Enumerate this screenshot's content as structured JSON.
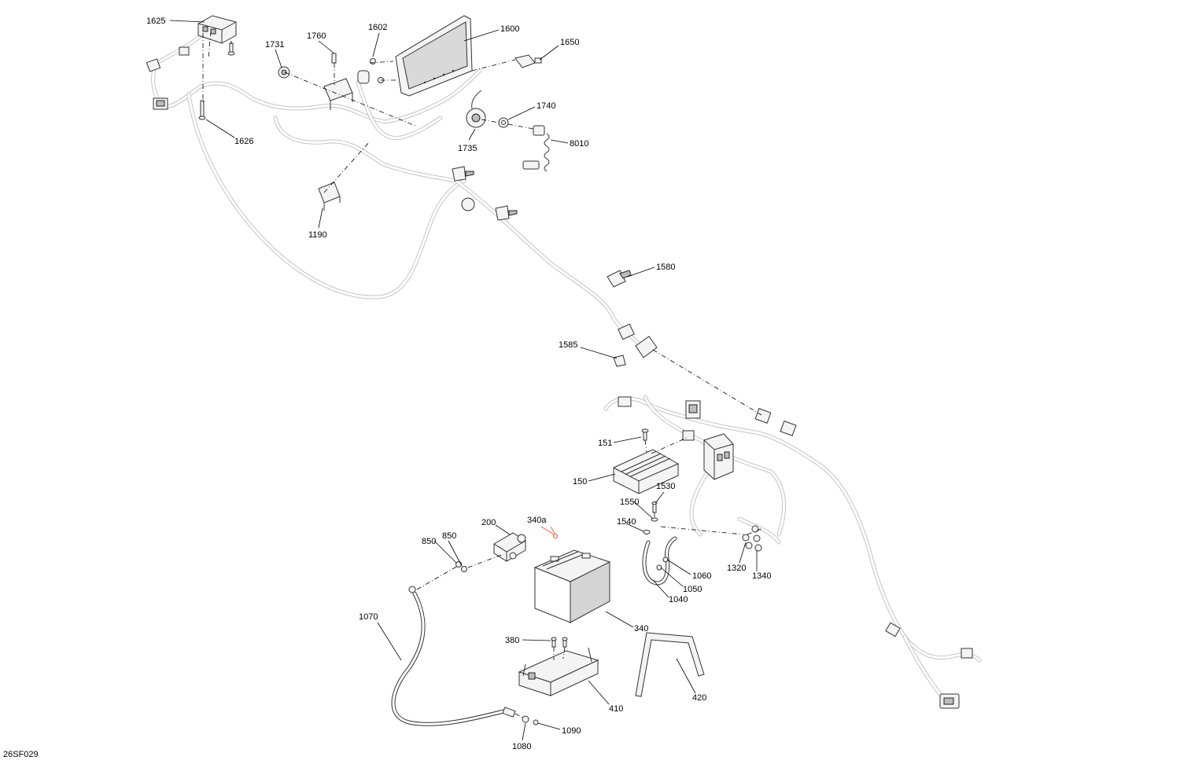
{
  "diagram": {
    "drawing_code": "26SF029",
    "callouts": [
      {
        "id": "1625",
        "text": "1625"
      },
      {
        "id": "1626",
        "text": "1626"
      },
      {
        "id": "1731",
        "text": "1731"
      },
      {
        "id": "1760",
        "text": "1760"
      },
      {
        "id": "1602",
        "text": "1602"
      },
      {
        "id": "1600",
        "text": "1600"
      },
      {
        "id": "1650",
        "text": "1650"
      },
      {
        "id": "1740",
        "text": "1740"
      },
      {
        "id": "1735",
        "text": "1735"
      },
      {
        "id": "8010",
        "text": "8010"
      },
      {
        "id": "1190",
        "text": "1190"
      },
      {
        "id": "1580",
        "text": "1580"
      },
      {
        "id": "1585",
        "text": "1585"
      },
      {
        "id": "151",
        "text": "151"
      },
      {
        "id": "150",
        "text": "150"
      },
      {
        "id": "1530",
        "text": "1530"
      },
      {
        "id": "1550",
        "text": "1550"
      },
      {
        "id": "1540",
        "text": "1540"
      },
      {
        "id": "200",
        "text": "200"
      },
      {
        "id": "340a",
        "text": "340a",
        "highlight": true
      },
      {
        "id": "850a",
        "text": "850"
      },
      {
        "id": "850b",
        "text": "850"
      },
      {
        "id": "1060",
        "text": "1060"
      },
      {
        "id": "1050",
        "text": "1050"
      },
      {
        "id": "1040",
        "text": "1040"
      },
      {
        "id": "1320",
        "text": "1320"
      },
      {
        "id": "1340",
        "text": "1340"
      },
      {
        "id": "1070",
        "text": "1070"
      },
      {
        "id": "340",
        "text": "340"
      },
      {
        "id": "380",
        "text": "380"
      },
      {
        "id": "410",
        "text": "410"
      },
      {
        "id": "420",
        "text": "420"
      },
      {
        "id": "1080",
        "text": "1080"
      },
      {
        "id": "1090",
        "text": "1090"
      }
    ],
    "colors": {
      "ink": "#000000",
      "highlight": "#e8553a",
      "harness": "#c4c4c4",
      "display_glass": "#d9d9d9",
      "background": "#ffffff"
    }
  }
}
